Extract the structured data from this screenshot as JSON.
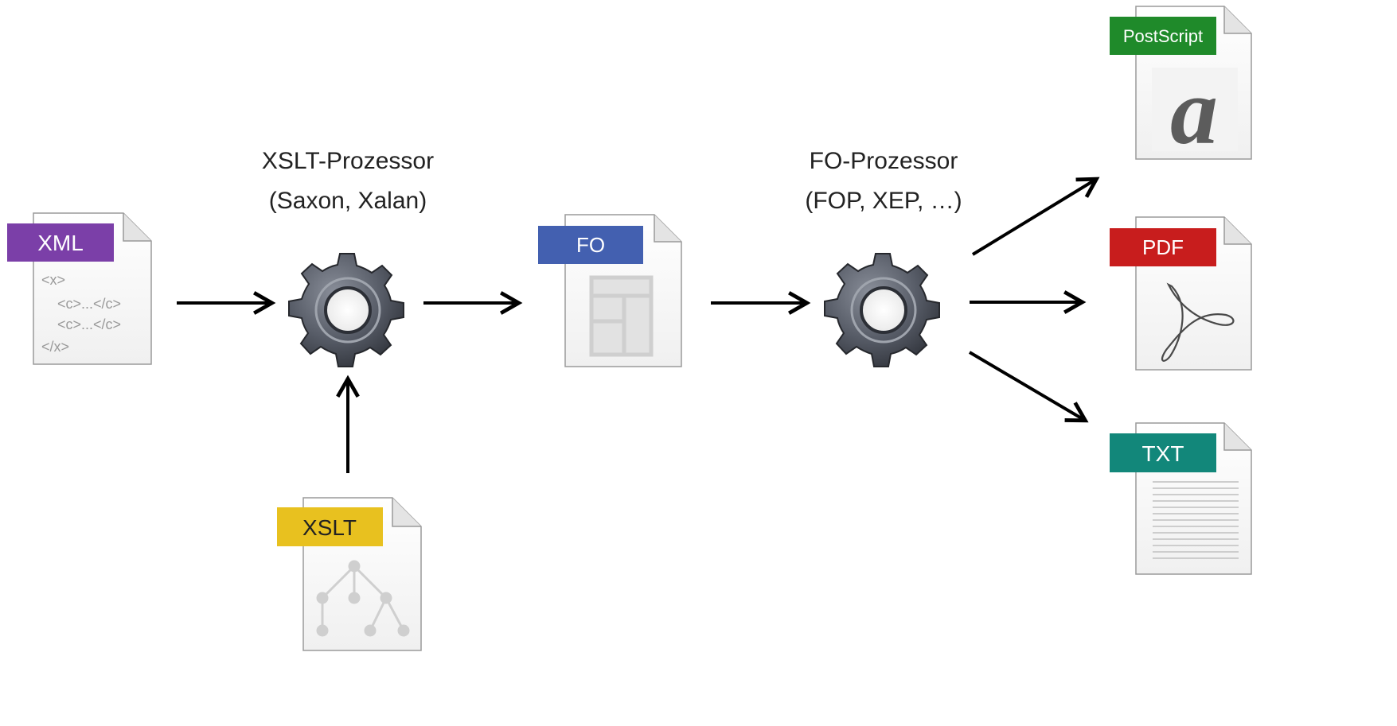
{
  "processors": {
    "xslt": {
      "title": "XSLT-Prozessor",
      "subtitle": "(Saxon, Xalan)"
    },
    "fo": {
      "title": "FO-Prozessor",
      "subtitle": "(FOP, XEP, …)"
    }
  },
  "documents": {
    "xml": {
      "label": "XML",
      "color": "#7b3fa8",
      "code": [
        "<x>",
        "  <c>...</c>",
        "  <c>...</c>",
        "</x>"
      ]
    },
    "xslt": {
      "label": "XSLT",
      "color": "#e8c11f"
    },
    "fo": {
      "label": "FO",
      "color": "#2a4aa6"
    },
    "postscript": {
      "label": "PostScript",
      "color": "#1f8a2a",
      "glyph": "a"
    },
    "pdf": {
      "label": "PDF",
      "color": "#c81d1d"
    },
    "txt": {
      "label": "TXT",
      "color": "#12877a"
    }
  },
  "icons": {
    "gear": "gear-icon",
    "arrow": "arrow-icon"
  }
}
